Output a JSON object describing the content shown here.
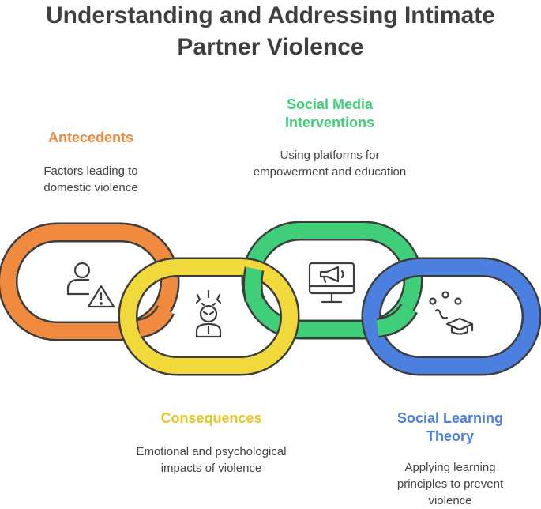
{
  "title": {
    "line1": "Understanding and Addressing Intimate",
    "line2": "Partner Violence"
  },
  "colors": {
    "antecedents": "#f08a3e",
    "consequences": "#f2d93b",
    "social_media": "#3fcf78",
    "social_learning": "#4b7fe0",
    "outline": "#3d3d3d"
  },
  "items": [
    {
      "label": "Antecedents",
      "description": "Factors leading to domestic violence",
      "icon": "person-warning-icon"
    },
    {
      "label": "Consequences",
      "description": "Emotional and psychological impacts of violence",
      "icon": "stressed-person-icon"
    },
    {
      "label": "Social Media Interventions",
      "description": "Using platforms for empowerment and education",
      "icon": "monitor-megaphone-icon"
    },
    {
      "label": "Social Learning Theory",
      "description": "Applying learning principles to prevent violence",
      "icon": "learning-graduation-cap-icon"
    }
  ]
}
